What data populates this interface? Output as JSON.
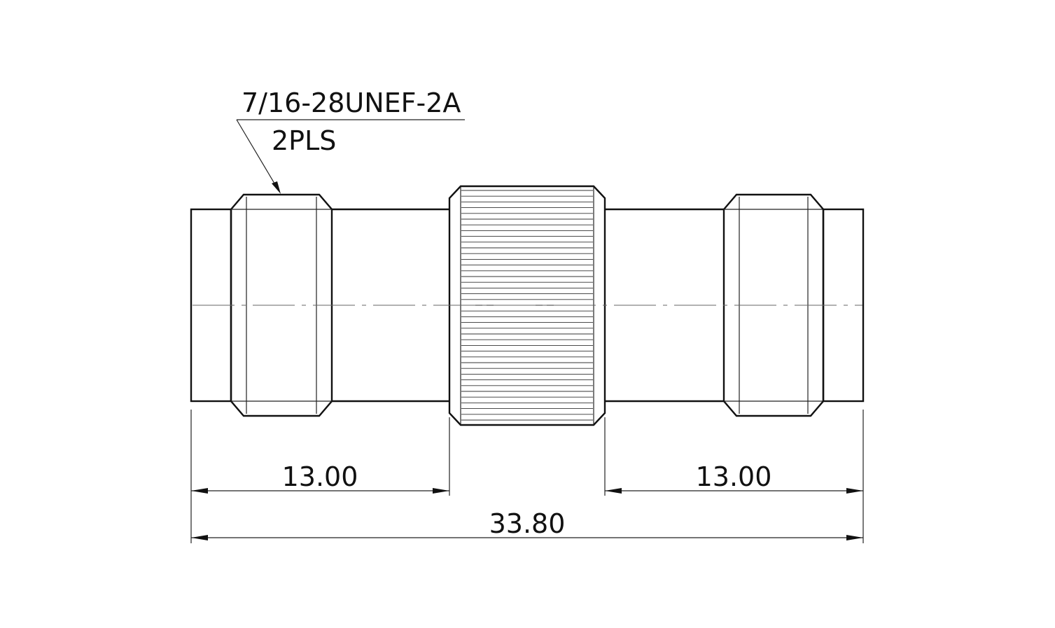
{
  "callout": {
    "line1": "7/16-28UNEF-2A",
    "line2": "2PLS"
  },
  "dimensions": {
    "left": "13.00",
    "right": "13.00",
    "overall": "33.80"
  },
  "colors": {
    "ink": "#111111",
    "background": "#ffffff"
  }
}
